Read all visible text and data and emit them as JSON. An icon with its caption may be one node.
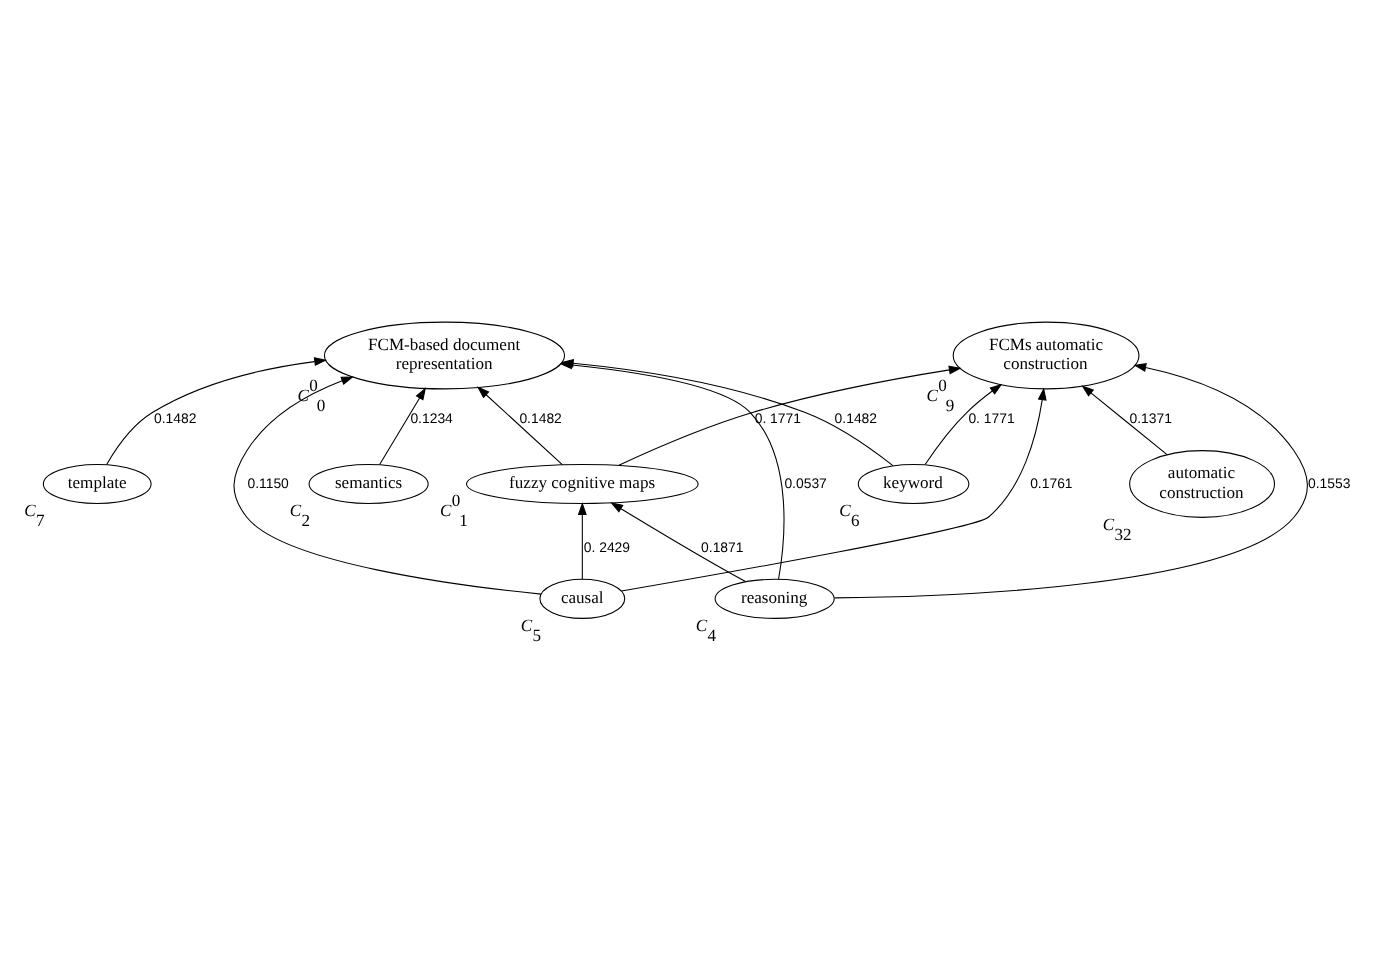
{
  "diagram": {
    "nodes": [
      {
        "text": [
          "semantics"
        ],
        "beside": [
          "C$_{2}$"
        ]
      },
      {
        "text": [
          "automatic construction"
        ],
        "beside": [
          "C$_{32}$"
        ]
      },
      {
        "text": [
          "FCM-based document representation"
        ],
        "beside": [
          "C$^{0}$$_{0}$"
        ]
      },
      {
        "text": [
          "template"
        ],
        "beside": [
          "C$_{7}$"
        ]
      },
      {
        "text": [
          "FCMs automatic construction"
        ],
        "beside": [
          "C$^{0}$$_{9}$"
        ]
      },
      {
        "text": [
          "causal"
        ],
        "beside": [
          "C$_{5}$"
        ]
      },
      {
        "text": [
          "keyword"
        ],
        "beside": [
          "C$_{6}$"
        ]
      },
      {
        "text": [
          "reasoning"
        ],
        "beside": [
          "C$_{4}$"
        ]
      },
      {
        "text": [
          "fuzzy cognitive maps"
        ],
        "beside": [
          "C$^{0}$$_{1}$"
        ]
      }
    ],
    "edges": [
      {
        "from": 0,
        "to": 2,
        "arrow": "to",
        "label": "0.1234"
      },
      {
        "from": 3,
        "to": 2,
        "arrow": "to",
        "label": "0.1482"
      },
      {
        "from": 5,
        "to": 2,
        "arrow": "to",
        "label": "0.1150"
      },
      {
        "from": 8,
        "to": 2,
        "arrow": "to",
        "label": "0.1482"
      },
      {
        "from": 7,
        "to": 2,
        "arrow": "to",
        "label": "0.0537"
      },
      {
        "from": 6,
        "to": 2,
        "arrow": "to",
        "label": "0.1482"
      },
      {
        "from": 1,
        "to": 4,
        "arrow": "to",
        "label": "0.1371"
      },
      {
        "from": 5,
        "to": 4,
        "arrow": "to",
        "label": "0.1761"
      },
      {
        "from": 8,
        "to": 4,
        "arrow": "to",
        "label": "0. 1771"
      },
      {
        "from": 6,
        "to": 4,
        "arrow": "to",
        "label": "0. 1771"
      },
      {
        "from": 7,
        "to": 4,
        "arrow": "to",
        "label": "0.1553"
      },
      {
        "from": 5,
        "to": 8,
        "arrow": "to",
        "label": "0. 2429"
      },
      {
        "from": 7,
        "to": 8,
        "arrow": "to",
        "label": "0.1871"
      }
    ]
  }
}
